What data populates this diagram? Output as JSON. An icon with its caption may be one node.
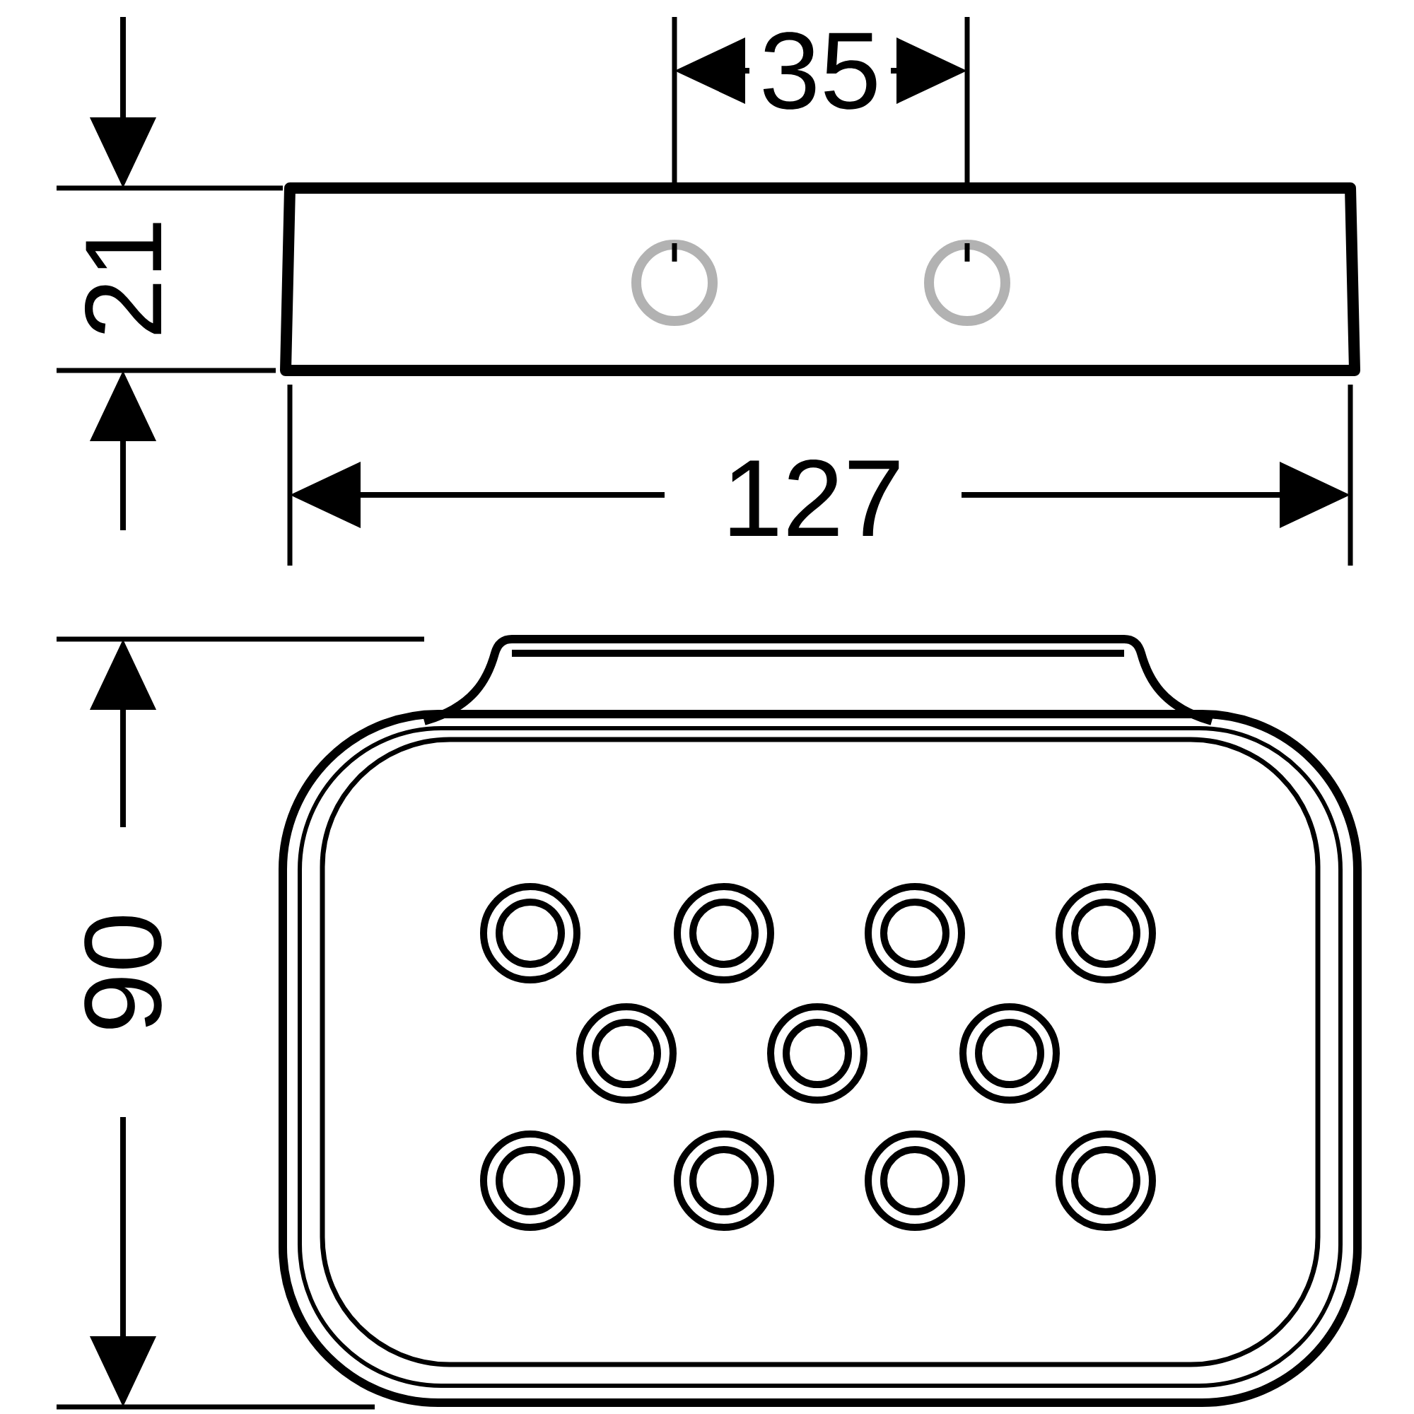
{
  "diagram": {
    "labels": [
      "35",
      "21",
      "127",
      "90"
    ]
  }
}
